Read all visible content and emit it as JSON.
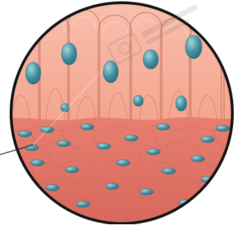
{
  "diagram": {
    "subject": "epithelial-tissue-magnified",
    "layers": [
      "columnar-cells",
      "basal-tissue"
    ],
    "colors": {
      "outline": "#111111",
      "upper_cell_fill": "#f4a48e",
      "upper_cell_light": "#f8c0ae",
      "basal_fill": "#e77f70",
      "basal_dark": "#d9685c",
      "cell_border": "#c96b5e",
      "nucleus_fill": "#3f8fa0",
      "nucleus_dark": "#2a6f80",
      "nucleus_highlight": "#a9d4dc",
      "background": "#ffffff",
      "pointer_line": "#222222"
    },
    "watermark": {
      "kind": "stock-photo-watermark"
    }
  }
}
